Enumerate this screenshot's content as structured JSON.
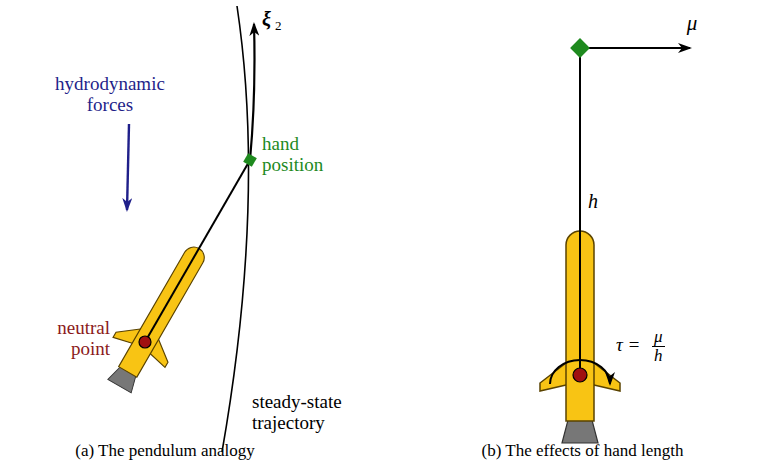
{
  "diagram": {
    "labels": [
      "hydrodynamic forces",
      "ξ",
      "2",
      "hand position",
      "neutral point",
      "steady-state trajectory",
      "(a) The pendulum analogy",
      "μ",
      "h",
      "τ =",
      "μ",
      "h",
      "(b) The effects of hand length"
    ]
  }
}
